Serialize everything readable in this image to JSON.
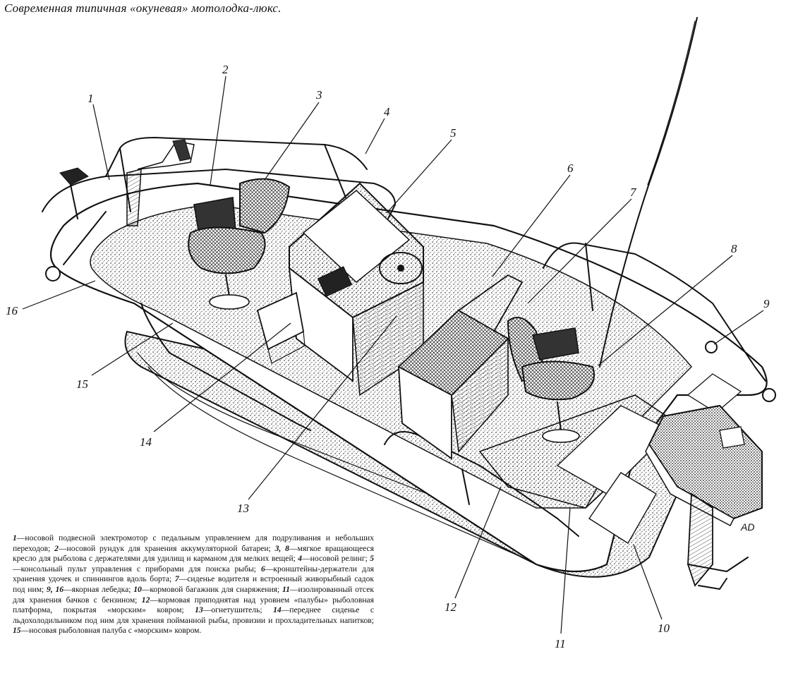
{
  "title": "Современная типичная «окуневая» мотолодка-люкс.",
  "callouts": [
    "1",
    "2",
    "3",
    "4",
    "5",
    "6",
    "7",
    "8",
    "9",
    "10",
    "11",
    "12",
    "13",
    "14",
    "15",
    "16"
  ],
  "caption": [
    {
      "num": "1",
      "text": "—носовой подвесной электромотор с педальным управлением для подруливания и небольших переходов; "
    },
    {
      "num": "2",
      "text": "—носовой рундук для хранения аккумуляторной батареи; "
    },
    {
      "num": "3, 8",
      "text": "—мягкое вращающееся кресло для рыболова с держателями для удилищ и карманом для мелких вещей; "
    },
    {
      "num": "4",
      "text": "—носовой релинг; "
    },
    {
      "num": "5",
      "text": "—консольный пульт управления с приборами для поиска рыбы; "
    },
    {
      "num": "6",
      "text": "—кронштейны-держатели для хранения удочек и спиннингов вдоль борта; "
    },
    {
      "num": "7",
      "text": "—сиденье водителя и встроенный живорыбный садок под ним; "
    },
    {
      "num": "9, 16",
      "text": "—якорная лебедка; "
    },
    {
      "num": "10",
      "text": "—кормовой багажник для снаряжения; "
    },
    {
      "num": "11",
      "text": "—изолированный отсек для хранения бачков с бензином; "
    },
    {
      "num": "12",
      "text": "—кормовая приподнятая над уровнем «палубы» рыболовная платформа, покрытая «морским» ковром; "
    },
    {
      "num": "13",
      "text": "—огнетушитель; "
    },
    {
      "num": "14",
      "text": "—переднее сиденье с льдохолодильником под ним для хранения пойманной рыбы, провизии и прохладительных напитков; "
    },
    {
      "num": "15",
      "text": "—носовая рыболовная палуба с «морским» ковром."
    }
  ]
}
